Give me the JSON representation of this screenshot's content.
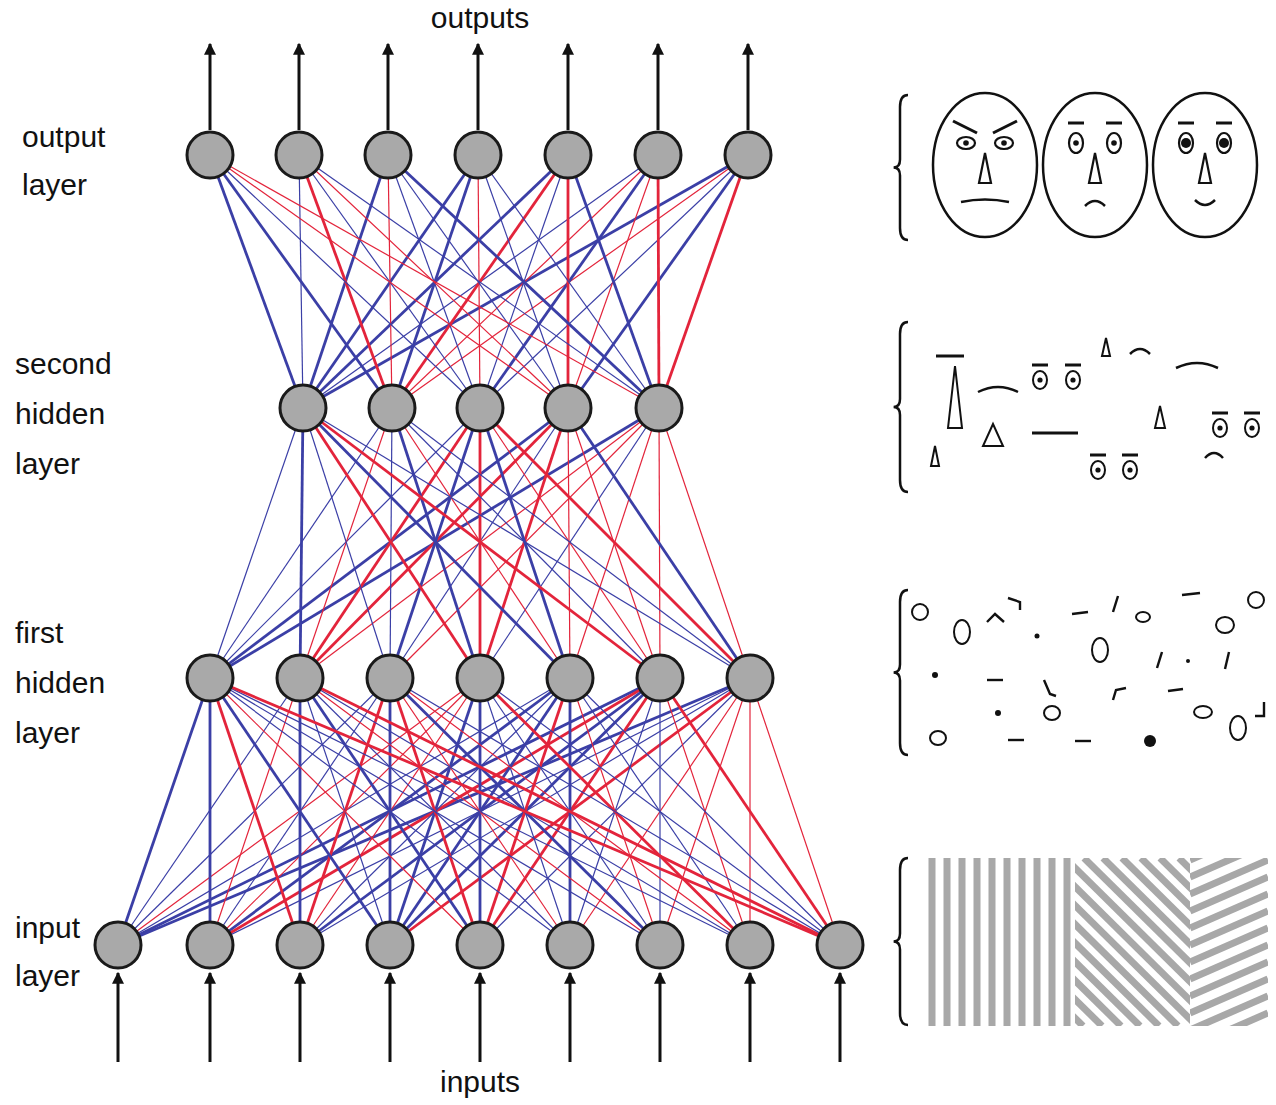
{
  "diagram": {
    "labels": [
      "outputs",
      "output layer",
      "second hidden layer",
      "first hidden layer",
      "input layer",
      "inputs"
    ]
  }
}
